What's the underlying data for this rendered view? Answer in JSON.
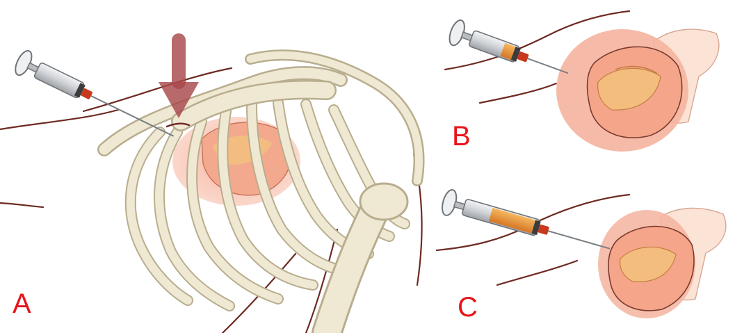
{
  "panels": [
    {
      "id": "A",
      "label": "A"
    },
    {
      "id": "B",
      "label": "B"
    },
    {
      "id": "C",
      "label": "C"
    }
  ],
  "colors": {
    "label": "#e8141b",
    "bone": "#efe8d2",
    "bone_outline": "#b8ad8e",
    "heart": "#f2b29a",
    "pericardium": "#f5b49f",
    "skin_line": "#6e2a22",
    "arrow": "#a8484a",
    "needle_hub": "#c8381c",
    "fluid": "#e88a2a",
    "syringe_body": "#d7d9dc"
  },
  "icons": {
    "syringe": "syringe-icon",
    "arrow": "down-arrow-icon"
  }
}
